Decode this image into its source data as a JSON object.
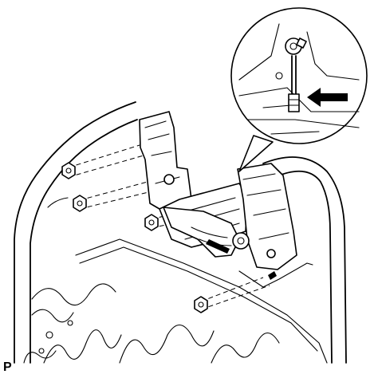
{
  "figure": {
    "code": "P",
    "callout": {
      "arrow": "pointing-left"
    },
    "nuts": {
      "count": 5
    }
  }
}
